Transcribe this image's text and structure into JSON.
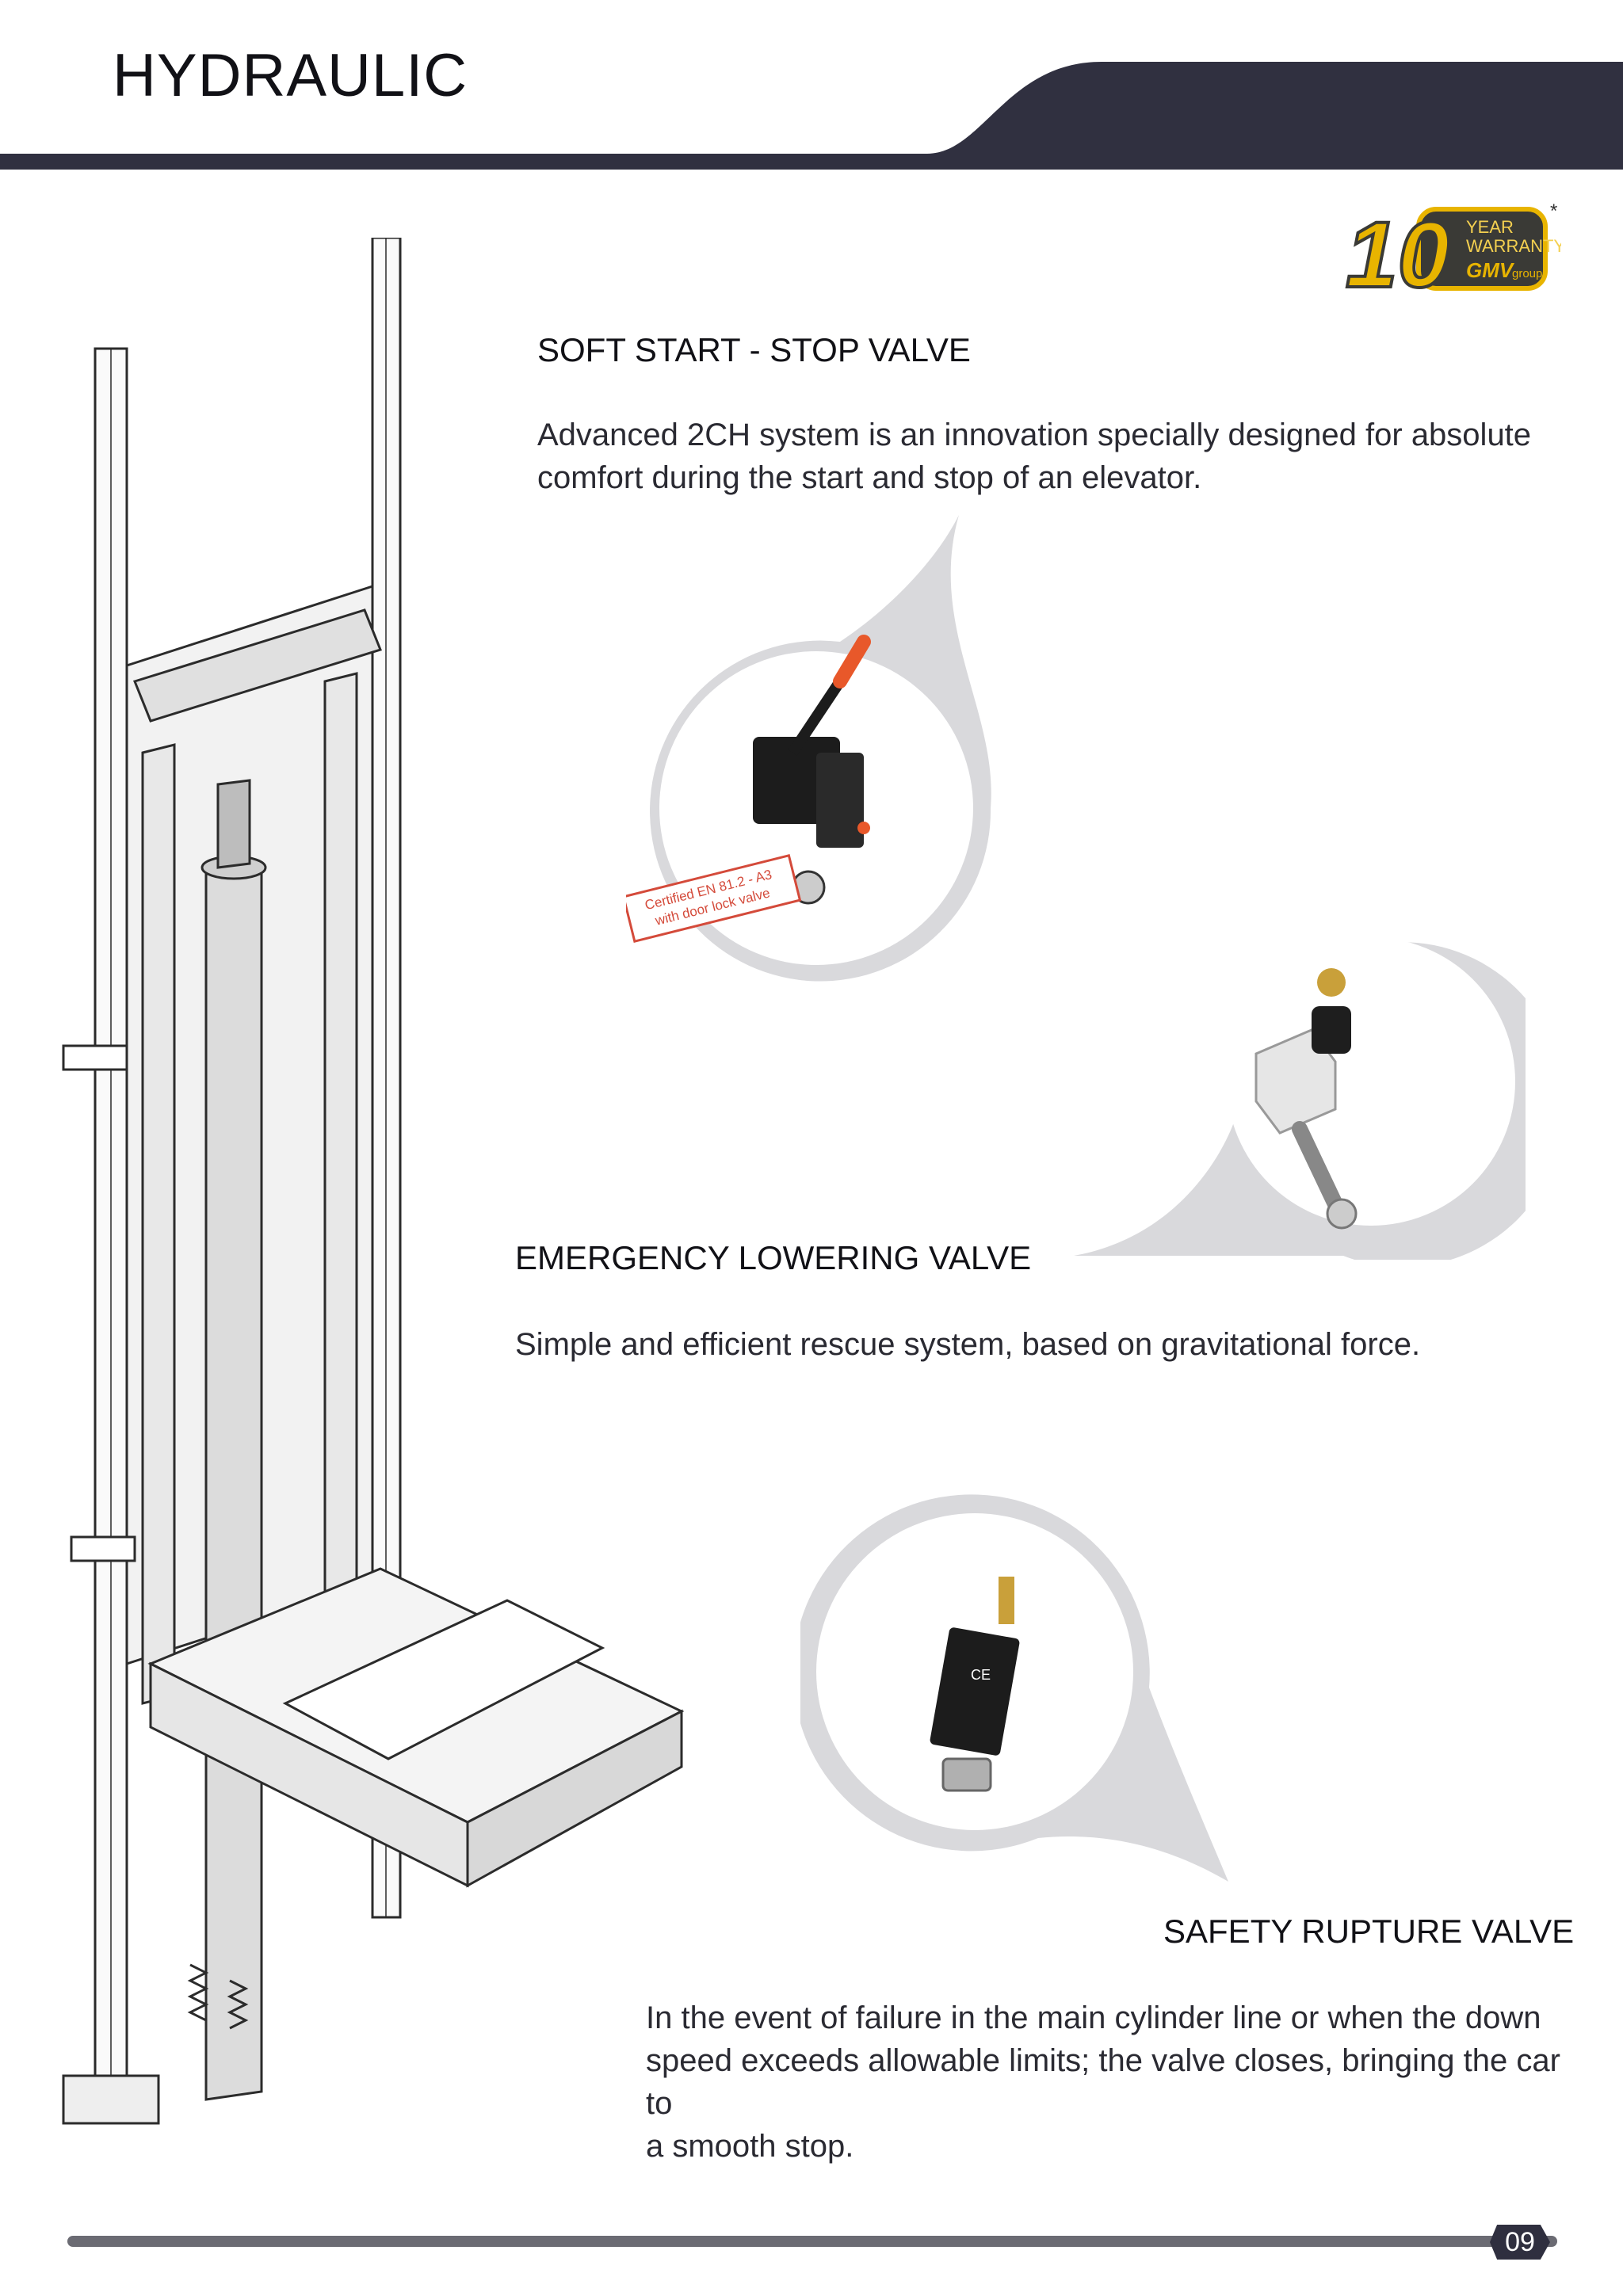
{
  "header": {
    "title": "HYDRAULIC"
  },
  "warranty_badge": {
    "number": "10",
    "line1": "YEAR",
    "line2": "WARRANTY",
    "brand": "GMV",
    "suffix": "group",
    "asterisk": "*"
  },
  "sections": [
    {
      "title": "SOFT START - STOP VALVE",
      "lines": [
        "Advanced 2CH system is an innovation specially designed for absolute",
        "comfort during the start and stop of an elevator."
      ]
    },
    {
      "title": "EMERGENCY LOWERING VALVE",
      "lines": [
        "Simple and efficient rescue system, based on gravitational force."
      ]
    },
    {
      "title": "SAFETY RUPTURE VALVE",
      "lines": [
        "In the event of failure in the main cylinder line or when the down",
        "speed exceeds allowable limits; the valve closes, bringing the car to",
        "a smooth stop."
      ]
    }
  ],
  "certification_stamp": {
    "line1": "Certified EN 81.2 - A3",
    "line2": "with door lock valve"
  },
  "product_labels": {
    "ce_mark": "CE"
  },
  "footer": {
    "page_number": "09"
  },
  "colors": {
    "dark_band": "#303040",
    "bubble_gray": "#d9d9dc",
    "accent_yellow": "#e8b400",
    "stamp_red": "#d44a3a",
    "handle_orange": "#e8582a"
  }
}
